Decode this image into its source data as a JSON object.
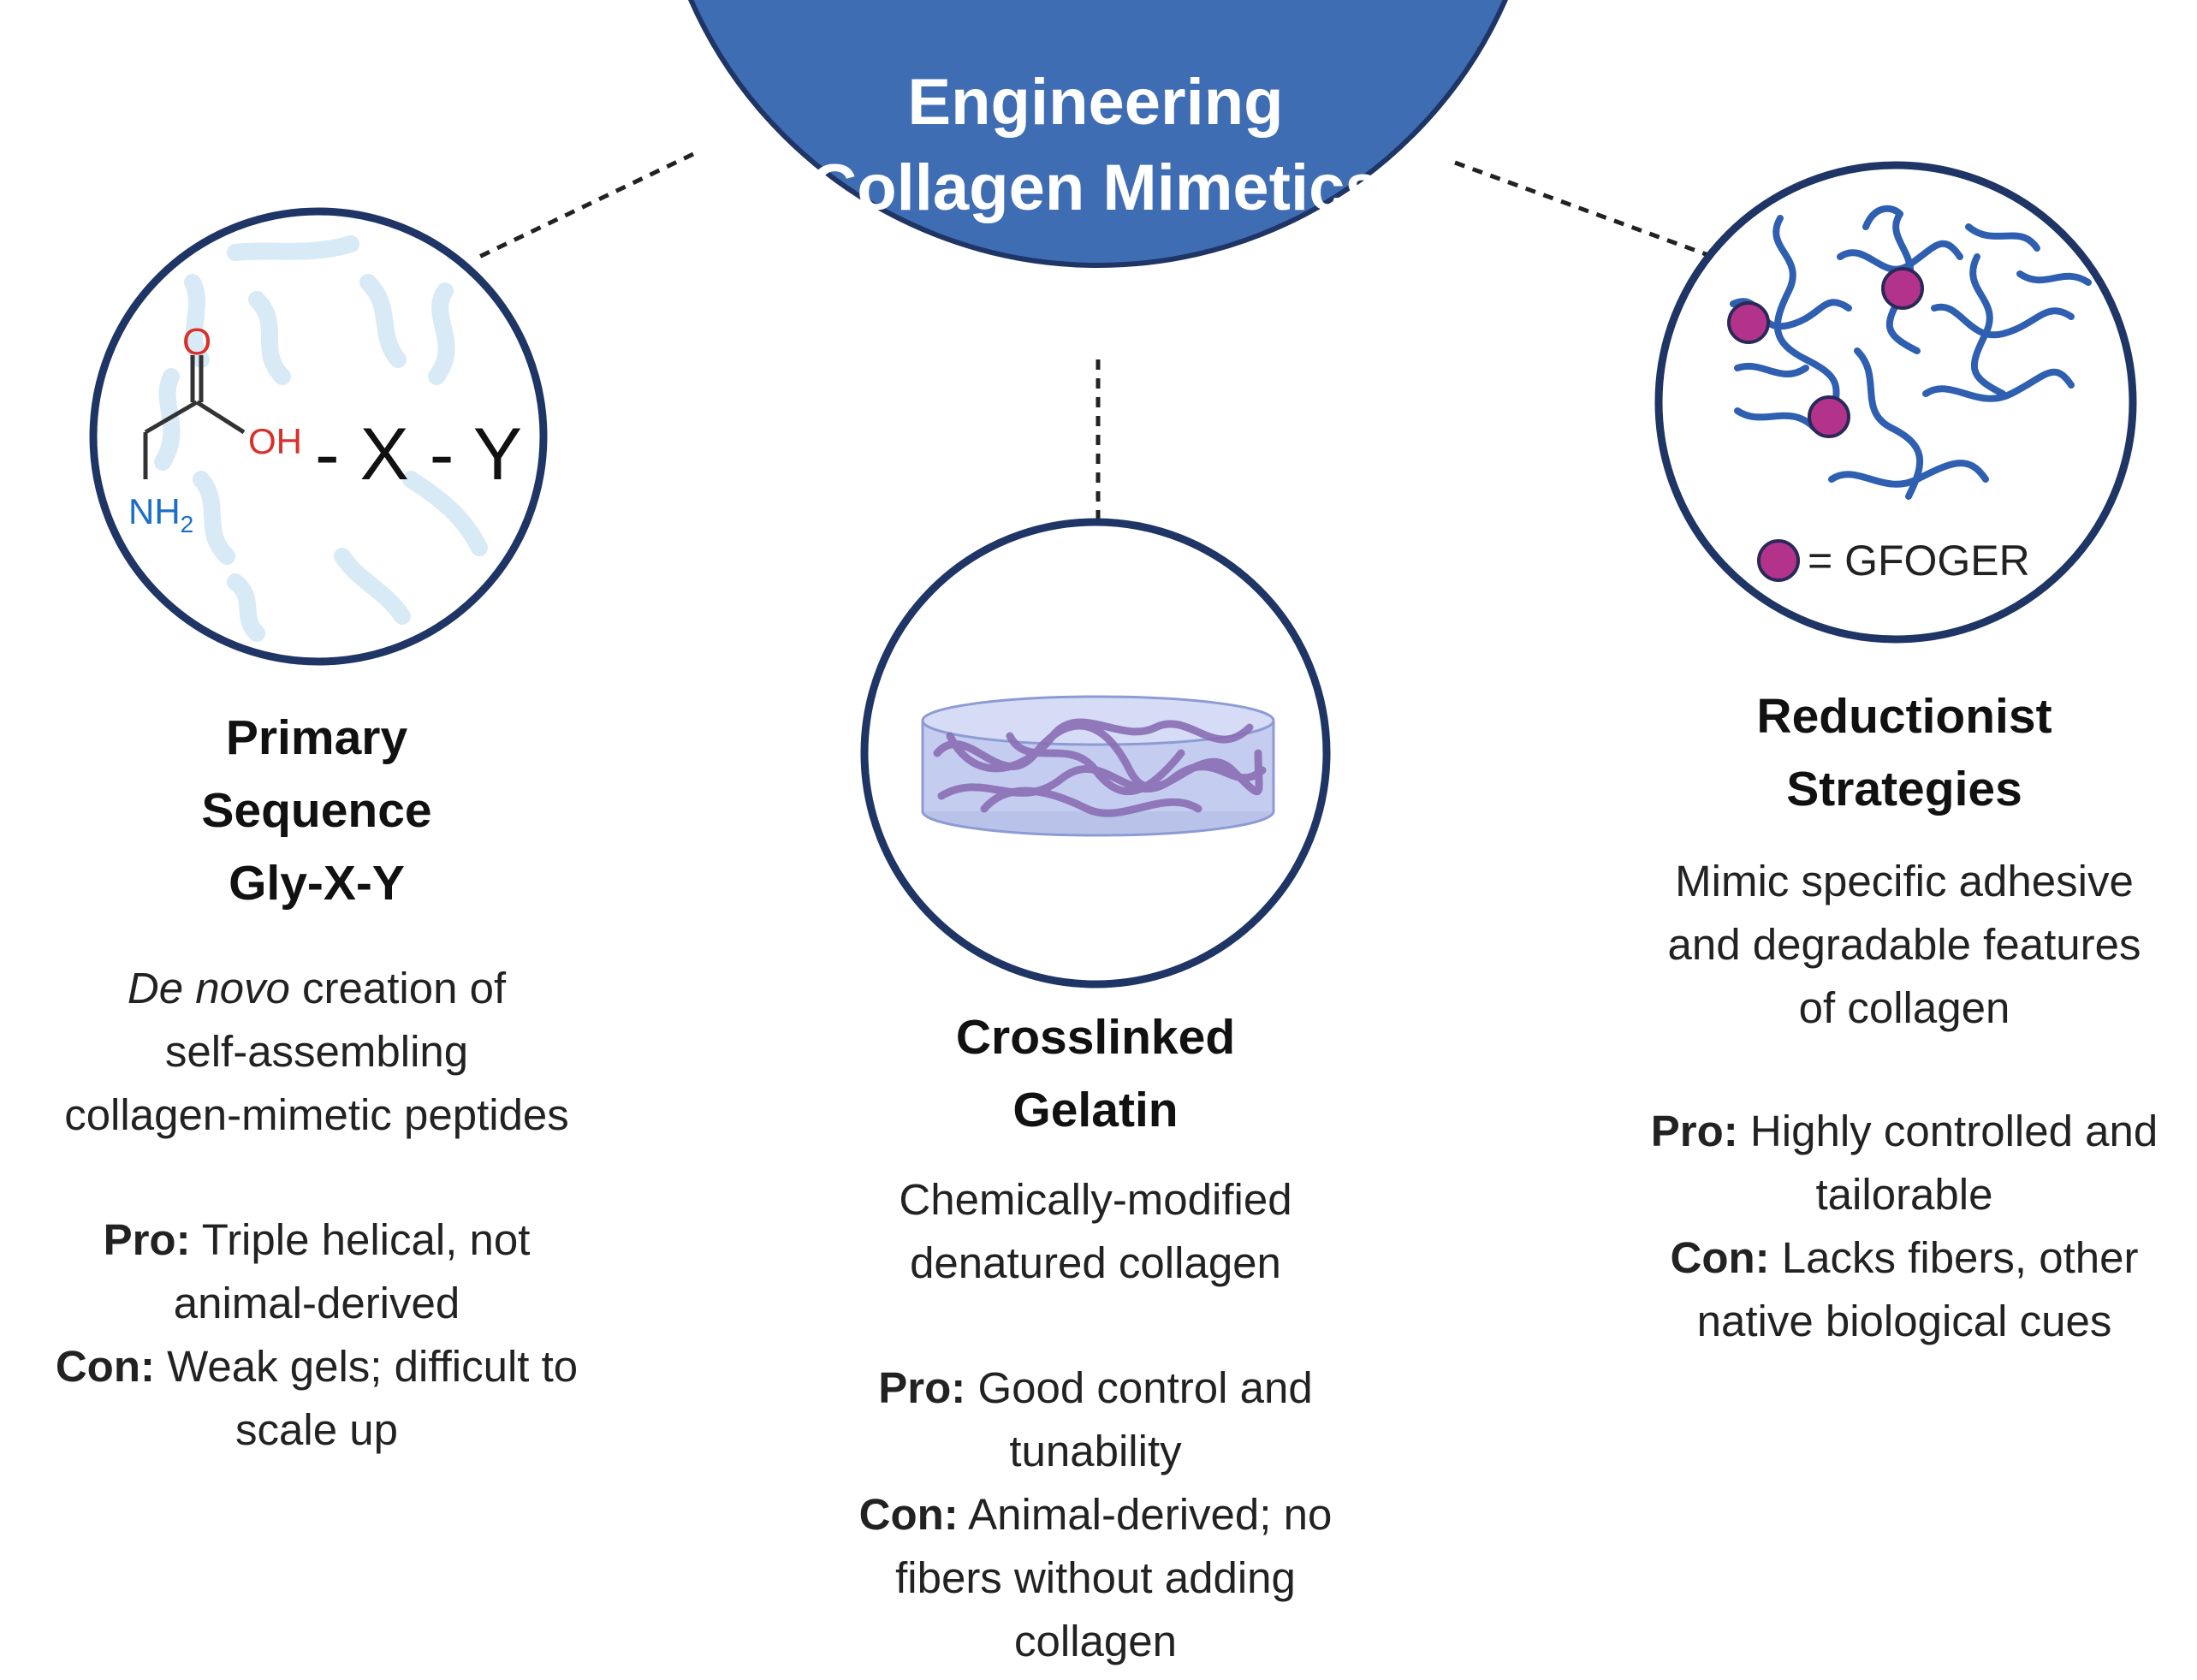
{
  "hub": {
    "title_line1": "Engineering",
    "title_line2": "Collagen Mimetics"
  },
  "left": {
    "chem": {
      "oxygen": "O",
      "oh": "OH",
      "amine": "NH",
      "amine_sub": "2",
      "sequence": "- X - Y"
    },
    "title_lines": [
      "Primary",
      "Sequence",
      "Gly-X-Y"
    ],
    "desc": {
      "italic": "De novo",
      "line1_rest": " creation of",
      "line2": "self-assembling",
      "line3": "collagen-mimetic peptides"
    },
    "pro_label": "Pro:",
    "pro_text_1": " Triple helical, not",
    "pro_text_2": "animal-derived",
    "con_label": "Con:",
    "con_text_1": " Weak gels; difficult to",
    "con_text_2": "scale up"
  },
  "center": {
    "title_lines": [
      "Crosslinked",
      "Gelatin"
    ],
    "desc_lines": [
      "Chemically-modified",
      "denatured collagen"
    ],
    "pro_label": "Pro:",
    "pro_text_1": " Good control and",
    "pro_text_2": "tunability",
    "con_label": "Con:",
    "con_text_1": " Animal-derived; no",
    "con_text_2": "fibers without adding",
    "con_text_3": "collagen"
  },
  "right": {
    "legend_text": "= GFOGER",
    "title_lines": [
      "Reductionist",
      "Strategies"
    ],
    "desc_lines": [
      "Mimic specific adhesive",
      "and degradable features",
      "of collagen"
    ],
    "pro_label": "Pro:",
    "pro_text_1": " Highly controlled and",
    "pro_text_2": "tailorable",
    "con_label": "Con:",
    "con_text_1": " Lacks fibers, other",
    "con_text_2": "native biological cues"
  },
  "colors": {
    "hub_blue": "#3f6db3",
    "circle_outline": "#1e3566",
    "network_blue": "#2f5fb0",
    "gfoger_magenta": "#b4338a",
    "oxygen_red": "#d9302a",
    "nitrogen_blue": "#1c6fc4",
    "squiggle_light_blue": "#d7eaf5",
    "gelatin_purple": "#8a6eb5"
  }
}
